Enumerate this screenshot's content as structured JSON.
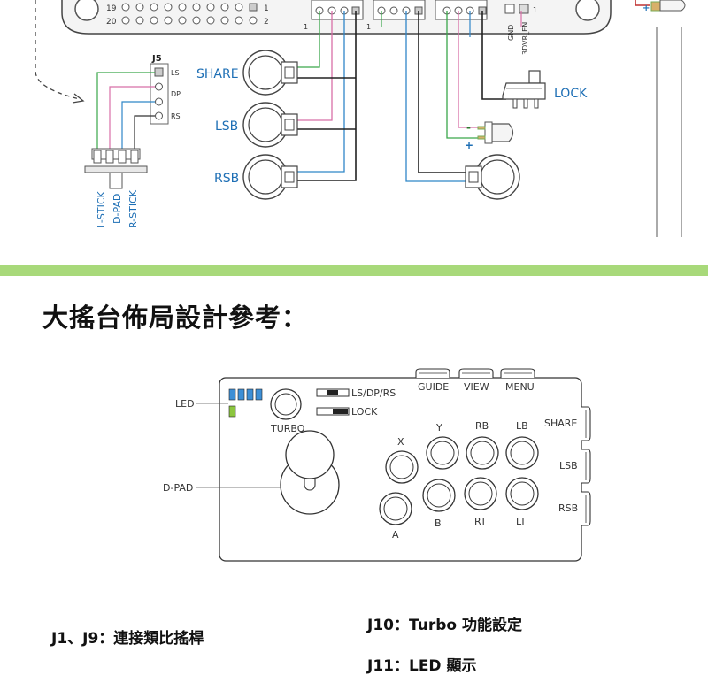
{
  "colors": {
    "green_band": "#a8d97a",
    "wire_green": "#3aa64a",
    "wire_pink": "#d86fa8",
    "wire_blue": "#2f86c8",
    "wire_dark": "#222222",
    "label_blue": "#1e6fb5",
    "led_blue": "#3d8fd6",
    "led_green": "#8cc63f"
  },
  "top_diagram": {
    "header_rows": [
      {
        "left_num": "19",
        "right_num": "1"
      },
      {
        "left_num": "20",
        "right_num": "2"
      }
    ],
    "pin_one_labels": [
      "1",
      "1"
    ],
    "j5": {
      "title": "J5",
      "pins": [
        "LS",
        "DP",
        "RS"
      ]
    },
    "switch_labels": [
      "L-STICK",
      "D-PAD",
      "R-STICK"
    ],
    "buttons": [
      "SHARE",
      "LSB",
      "RSB"
    ],
    "lock_label": "LOCK",
    "led_minus": "-",
    "led_plus": "+",
    "j3_pins": [
      "GND",
      "3DVR_EN"
    ],
    "j3_pin1": "1"
  },
  "heading": "大搖台佈局設計參考：",
  "layout": {
    "led_label": "LED",
    "dpad_label": "D-PAD",
    "turbo_label": "TURBO",
    "switch1_label": "LS/DP/RS",
    "switch2_label": "LOCK",
    "top_buttons": [
      "GUIDE",
      "VIEW",
      "MENU"
    ],
    "side_buttons": [
      "SHARE",
      "LSB",
      "RSB"
    ],
    "upper_row": [
      "Y",
      "RB",
      "LB"
    ],
    "lower_row": [
      "B",
      "RT",
      "LT"
    ],
    "x_label": "X",
    "a_label": "A"
  },
  "footer": {
    "left": "J1、J9：連接類比搖桿",
    "right": "J10：Turbo 功能設定",
    "right_partial": "J11：LED 顯示"
  }
}
